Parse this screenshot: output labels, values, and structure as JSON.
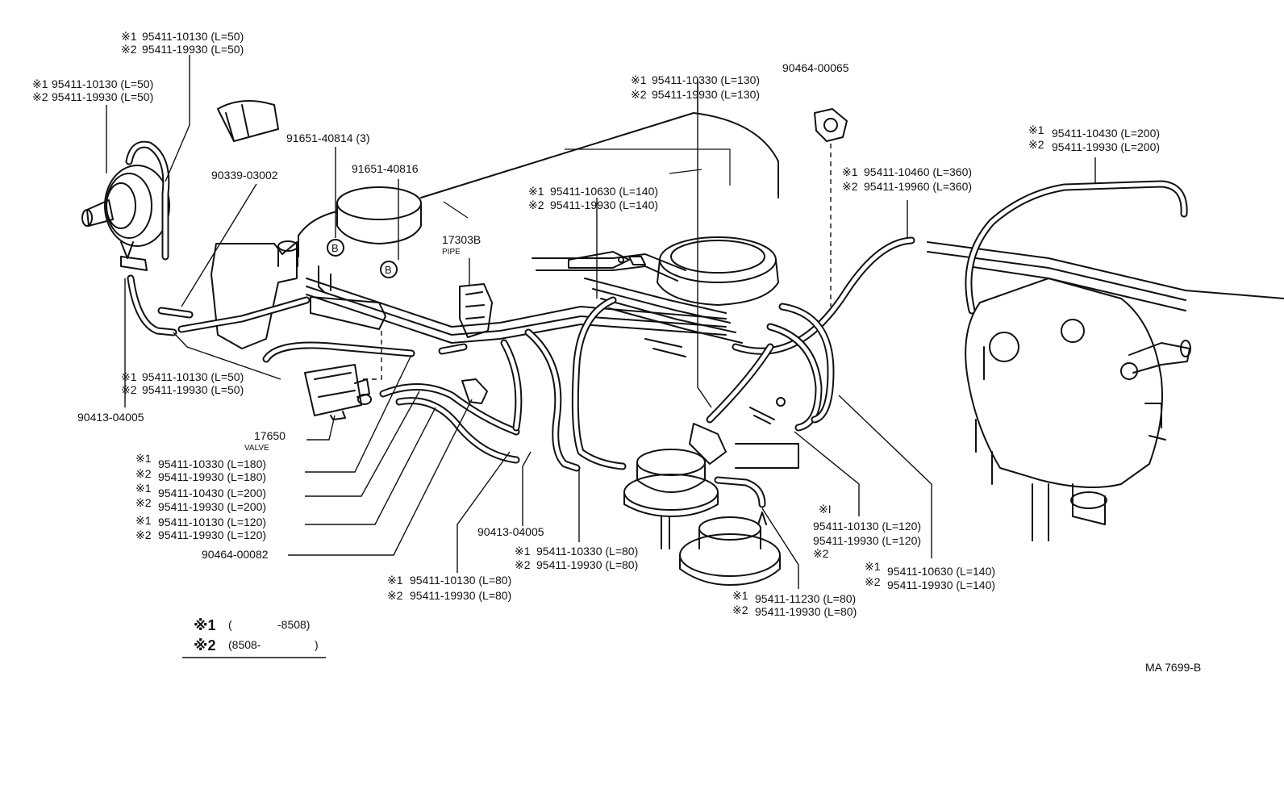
{
  "note_marks": {
    "m1": "※1",
    "m2": "※2",
    "m1_script": "※I"
  },
  "callouts": {
    "c_top_pn1": "95411-10130 (L=50)",
    "c_top_pn2": "95411-19930 (L=50)",
    "c_left_pn1": "95411-10130 (L=50)",
    "c_left_pn2": "95411-19930 (L=50)",
    "c_91651_40814": "91651-40814 (3)",
    "c_90339": "90339-03002",
    "c_91651_40816": "91651-40816",
    "c_17303b": "17303B",
    "c_pipe": "PIPE",
    "c_mid_l50_pn1": "95411-10130 (L=50)",
    "c_mid_l50_pn2": "95411-19930 (L=50)",
    "c_90413_left": "90413-04005",
    "c_17650": "17650",
    "c_valve": "VALVE",
    "c_l180_pn1": "95411-10330 (L=180)",
    "c_l180_pn2": "95411-19930 (L=180)",
    "c_l200b_pn1": "95411-10430 (L=200)",
    "c_l200b_pn2": "95411-19930 (L=200)",
    "c_l120b_pn1": "95411-10130 (L=120)",
    "c_l120b_pn2": "95411-19930 (L=120)",
    "c_90464_00082": "90464-00082",
    "c_l80a_pn1": "95411-10130 (L=80)",
    "c_l80a_pn2": "95411-19930 (L=80)",
    "c_90413_mid": "90413-04005",
    "c_l80b_pn1": "95411-10330 (L=80)",
    "c_l80b_pn2": "95411-19930 (L=80)",
    "c_l130_pn1": "95411-10330 (L=130)",
    "c_l130_pn2": "95411-19930 (L=130)",
    "c_90464_00065": "90464-00065",
    "c_l140a_pn1": "95411-10630 (L=140)",
    "c_l140a_pn2": "95411-19930 (L=140)",
    "c_l360_pn1": "95411-10460 (L=360)",
    "c_l360_pn2": "95411-19960 (L=360)",
    "c_l200a_pn1": "95411-10430 (L=200)",
    "c_l200a_pn2": "95411-19930 (L=200)",
    "c_l120a_pn1": "95411-10130 (L=120)",
    "c_l120a_pn2": "95411-19930 (L=120)",
    "c_l140b_pn1": "95411-10630 (L=140)",
    "c_l140b_pn2": "95411-19930 (L=140)",
    "c_l80c_pn1": "95411-11230 (L=80)",
    "c_l80c_pn2": "95411-19930 (L=80)"
  },
  "markers": {
    "b_left": "B",
    "b_right": "B"
  },
  "legend": {
    "row1_open": "(",
    "row1_range": "-8508)",
    "row2_range": "(8508-",
    "row2_close": ")"
  },
  "figure_id": "MA 7699-B"
}
